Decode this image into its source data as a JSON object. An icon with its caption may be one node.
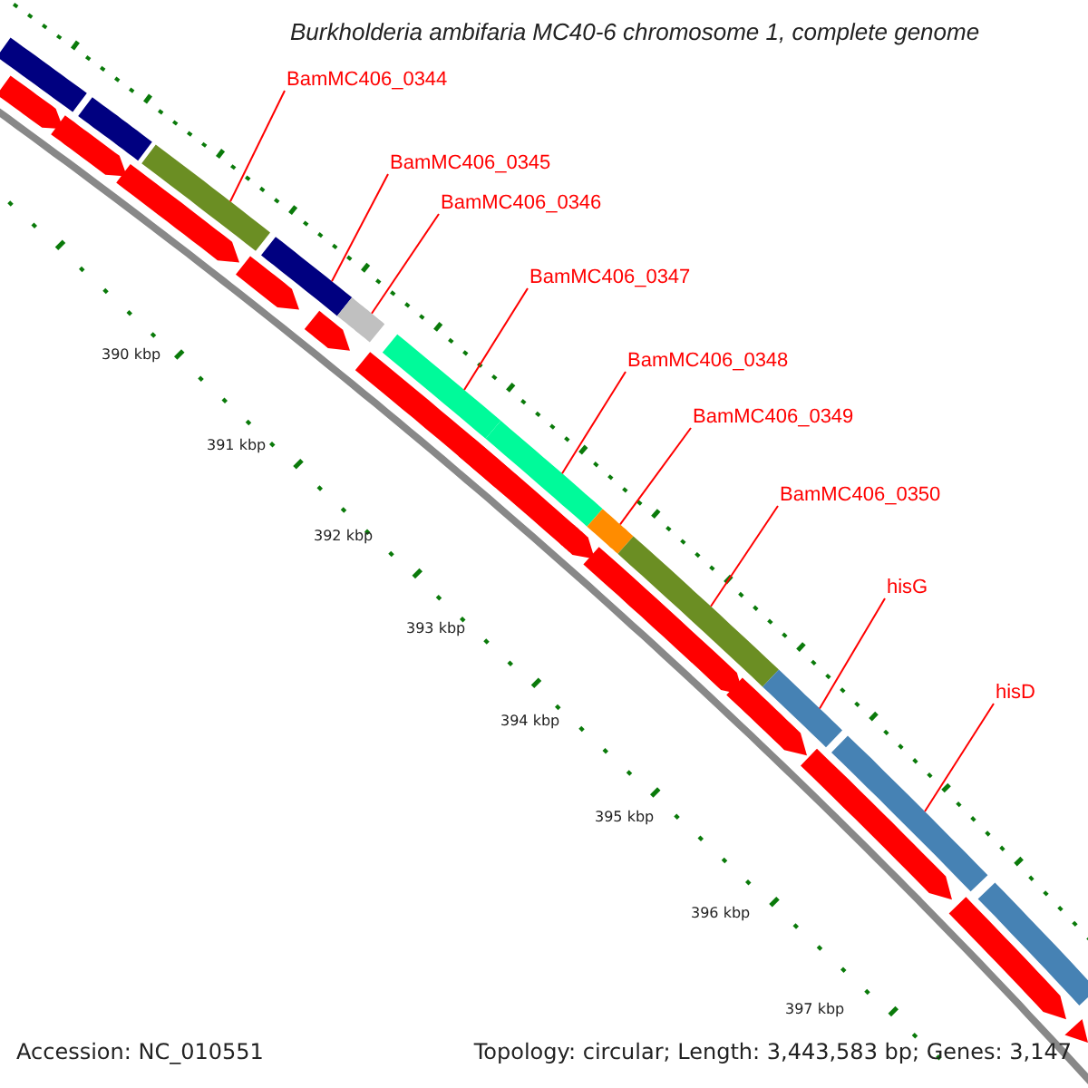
{
  "diagram": {
    "title": "Burkholderia ambifaria MC40-6 chromosome 1, complete genome",
    "nodes": [
      {
        "text": [
          "BamMC406_0344"
        ]
      },
      {
        "text": [],
        "shape": "bar"
      },
      {
        "text": [
          "BamMC406_0345"
        ]
      },
      {
        "text": [],
        "shape": "bar"
      },
      {
        "text": [
          "BamMC406_0346"
        ]
      },
      {
        "text": [],
        "shape": "bar"
      },
      {
        "text": [
          "BamMC406_0347"
        ]
      },
      {
        "text": [],
        "shape": "bar"
      },
      {
        "text": [
          "BamMC406_0348"
        ]
      },
      {
        "text": [],
        "shape": "bar"
      },
      {
        "text": [
          "BamMC406_0349"
        ]
      },
      {
        "text": [],
        "shape": "bar"
      },
      {
        "text": [
          "BamMC406_0350"
        ]
      },
      {
        "text": [],
        "shape": "bar"
      },
      {
        "text": [
          "hisG"
        ]
      },
      {
        "text": [],
        "shape": "bar"
      },
      {
        "text": [
          "hisD"
        ]
      },
      {
        "text": [],
        "shape": "bar"
      },
      {
        "text": [],
        "shape": "bar"
      },
      {
        "text": [],
        "shape": "bar"
      },
      {
        "text": [],
        "shape": "bar"
      },
      {
        "text": [],
        "shape": "pentagon"
      },
      {
        "text": [],
        "shape": "pentagon"
      },
      {
        "text": [],
        "shape": "pentagon"
      },
      {
        "text": [],
        "shape": "pentagon"
      },
      {
        "text": [],
        "shape": "pentagon"
      },
      {
        "text": [],
        "shape": "pentagon"
      },
      {
        "text": [],
        "shape": "pentagon"
      },
      {
        "text": [],
        "shape": "pentagon"
      },
      {
        "text": [],
        "shape": "pentagon"
      },
      {
        "text": [],
        "shape": "pentagon"
      },
      {
        "text": [],
        "shape": "pentagon"
      },
      {
        "text": [],
        "shape": "pentagon"
      },
      {
        "text": [],
        "shape": "pentagon"
      }
    ],
    "edges": [
      {
        "from": 0,
        "to": 1,
        "arrow": "none"
      },
      {
        "from": 2,
        "to": 3,
        "arrow": "none"
      },
      {
        "from": 4,
        "to": 5,
        "arrow": "none"
      },
      {
        "from": 6,
        "to": 7,
        "arrow": "none"
      },
      {
        "from": 8,
        "to": 9,
        "arrow": "none"
      },
      {
        "from": 10,
        "to": 11,
        "arrow": "none"
      },
      {
        "from": 12,
        "to": 13,
        "arrow": "none"
      },
      {
        "from": 14,
        "to": 15,
        "arrow": "none"
      },
      {
        "from": 16,
        "to": 17,
        "arrow": "none"
      }
    ],
    "labels": [
      "390 kbp",
      "391 kbp",
      "392 kbp",
      "393 kbp",
      "394 kbp",
      "395 kbp",
      "396 kbp",
      "397 kbp",
      "Accession: NC_010551",
      "Topology: circular; Length: 3,443,583 bp; Genes: 3,147"
    ]
  }
}
